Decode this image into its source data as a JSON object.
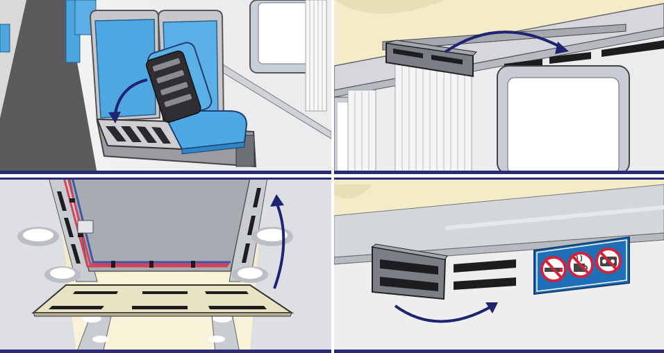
{
  "colors": {
    "frame_border": "#2b2a7a",
    "arrow": "#1e2470",
    "seat_blue": "#5ab0e6",
    "seat_blue_dark": "#2f86c6",
    "wall": "#eeeeef",
    "ceiling_yellow": "#f4ecc9",
    "cable_red": "#d0455a",
    "cable_blue": "#3d58a8",
    "tray": "#e8e3c2",
    "sign_bg": "#1f6fb8",
    "prohibit_red": "#d3233a"
  },
  "panels": [
    {
      "id": "seat-cushion-removal",
      "arrow": "curved-down"
    },
    {
      "id": "curtain-rail-cover",
      "arrow": "curved-right"
    },
    {
      "id": "ceiling-panel-lowered",
      "arrow": "curved-up"
    },
    {
      "id": "wall-vent-cover",
      "arrow": "curved-right"
    }
  ],
  "sign": {
    "icons": [
      "no-smoking-icon",
      "no-hot-drinks-icon",
      "no-radio-icon"
    ]
  }
}
